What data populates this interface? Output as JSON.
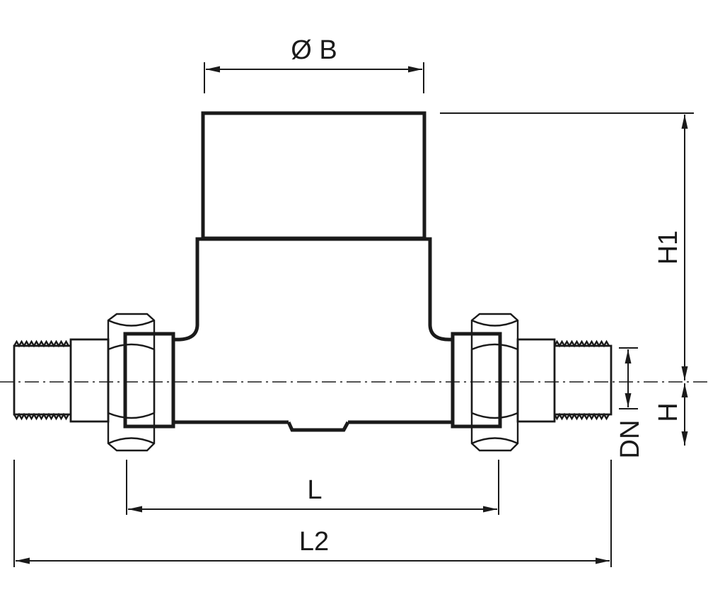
{
  "dimensions": {
    "diameter_b": "Ø B",
    "height_h1": "H1",
    "height_h": "H",
    "nominal_diameter": "DN",
    "length_l": "L",
    "length_l2": "L2"
  },
  "colors": {
    "line": "#1a1a1a",
    "background": "#ffffff"
  }
}
